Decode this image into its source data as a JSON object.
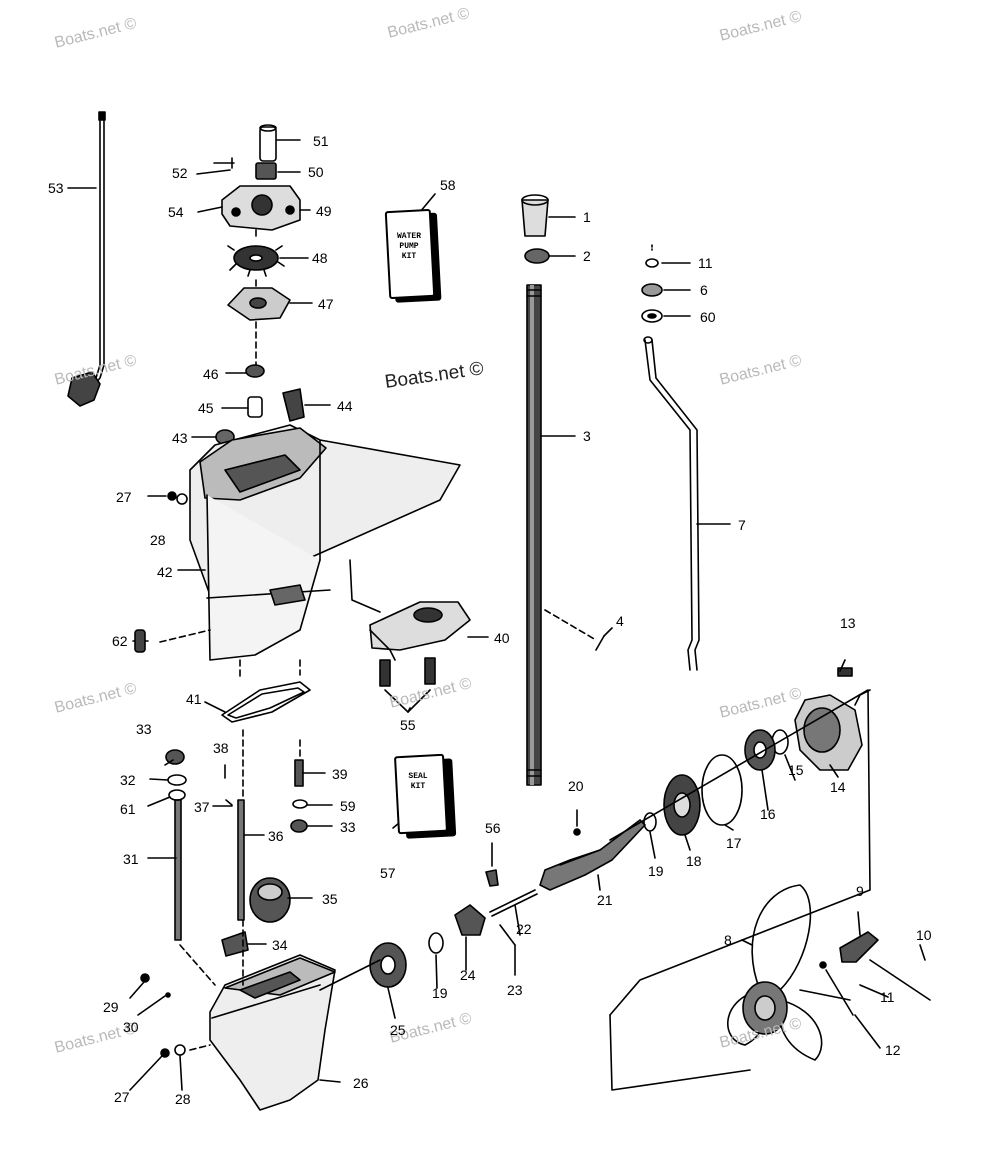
{
  "watermark": "Boats.net ©",
  "kits": {
    "water_pump": "WATER PUMP KIT",
    "seal": "SEAL KIT"
  },
  "callouts": {
    "c1": "1",
    "c2": "2",
    "c3": "3",
    "c4": "4",
    "c6": "6",
    "c7": "7",
    "c8": "8",
    "c9": "9",
    "c10": "10",
    "c11a": "11",
    "c11b": "11",
    "c12": "12",
    "c13": "13",
    "c14": "14",
    "c15": "15",
    "c16": "16",
    "c17": "17",
    "c18": "18",
    "c19a": "19",
    "c19b": "19",
    "c20": "20",
    "c21": "21",
    "c22": "22",
    "c23": "23",
    "c24": "24",
    "c25": "25",
    "c26": "26",
    "c27a": "27",
    "c27b": "27",
    "c28a": "28",
    "c28b": "28",
    "c29": "29",
    "c30": "30",
    "c31": "31",
    "c32": "32",
    "c33a": "33",
    "c33b": "33",
    "c34": "34",
    "c35": "35",
    "c36": "36",
    "c37": "37",
    "c38": "38",
    "c39": "39",
    "c40": "40",
    "c41": "41",
    "c42": "42",
    "c43": "43",
    "c44": "44",
    "c45": "45",
    "c46": "46",
    "c47": "47",
    "c48": "48",
    "c49": "49",
    "c50": "50",
    "c51": "51",
    "c52": "52",
    "c53": "53",
    "c54": "54",
    "c55": "55",
    "c56": "56",
    "c57": "57",
    "c58": "58",
    "c59": "59",
    "c60": "60",
    "c61": "61",
    "c62": "62"
  }
}
